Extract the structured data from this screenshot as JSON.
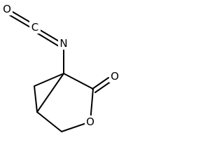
{
  "molecule": {
    "atoms": {
      "o_isocyanate": "O",
      "c_isocyanate": "C",
      "n_isocyanate": "N",
      "o_carbonyl": "O",
      "o_ring": "O"
    }
  }
}
